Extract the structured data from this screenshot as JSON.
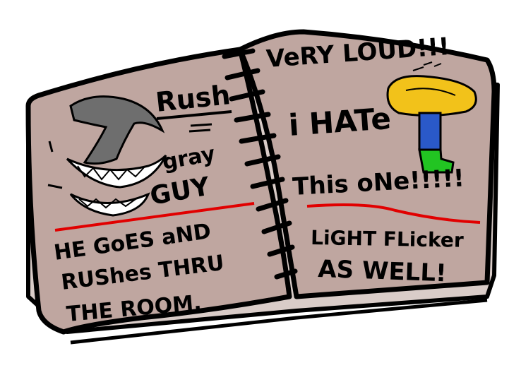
{
  "left_page": {
    "title": "Rush",
    "label_line1": "gray",
    "label_line2": "GUY",
    "desc_line1": "HE GoES aND",
    "desc_line2": "RUShes THRU",
    "desc_line3": "THE ROOM."
  },
  "right_page": {
    "line1": "VeRY LOUD!!!",
    "line2": "i HATe",
    "line3": "This oNe!!!!!",
    "line4": "LiGHT FLicker",
    "line5": "AS WELL!"
  },
  "colors": {
    "paper": "#bfa6a0",
    "page_edge": "#d9ccc8",
    "ink": "#000000",
    "underline": "#e10000",
    "monster_gray": "#6e6e6e",
    "teeth": "#ffffff",
    "hair": "#f2c21a",
    "shirt": "#2a59c9",
    "legs": "#22c422"
  }
}
